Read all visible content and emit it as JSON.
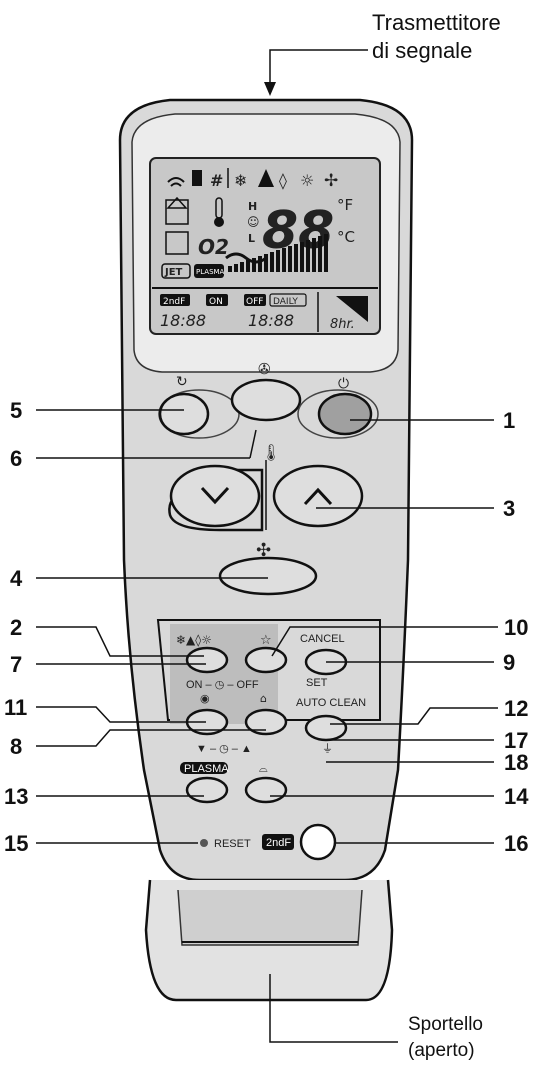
{
  "labels": {
    "transmitter": [
      "Trasmettitore",
      "di segnale"
    ],
    "door": [
      "Sportello",
      "(aperto)"
    ]
  },
  "callouts": {
    "n1": "1",
    "n2": "2",
    "n3": "3",
    "n4": "4",
    "n5": "5",
    "n6": "6",
    "n7": "7",
    "n8": "8",
    "n9": "9",
    "n10": "10",
    "n11": "11",
    "n12": "12",
    "n13": "13",
    "n14": "14",
    "n15": "15",
    "n16": "16",
    "n17": "17",
    "n18": "18"
  },
  "display": {
    "digits": "88",
    "unit_f": "°F",
    "unit_c": "°C",
    "o2": "O2",
    "jet": "JET",
    "plasma": "PLASMA",
    "second_f": "2ndF",
    "on": "ON",
    "off": "OFF",
    "daily": "DAILY",
    "time_on": "18:88",
    "time_off": "18:88",
    "hours": "8hr.",
    "h": "H",
    "l": "L"
  },
  "panel": {
    "cancel": "CANCEL",
    "set": "SET",
    "timer_on_off": "ON – ◷ – OFF",
    "timer_arrows": "▼ – ◷ – ▲",
    "auto_clean": "AUTO CLEAN",
    "plasma": "PLASMA",
    "reset": "RESET",
    "second_f": "2ndF"
  },
  "colors": {
    "body": "#d9d9d9",
    "screen": "#c4c4c4",
    "power_button": "#a0a0a0"
  }
}
